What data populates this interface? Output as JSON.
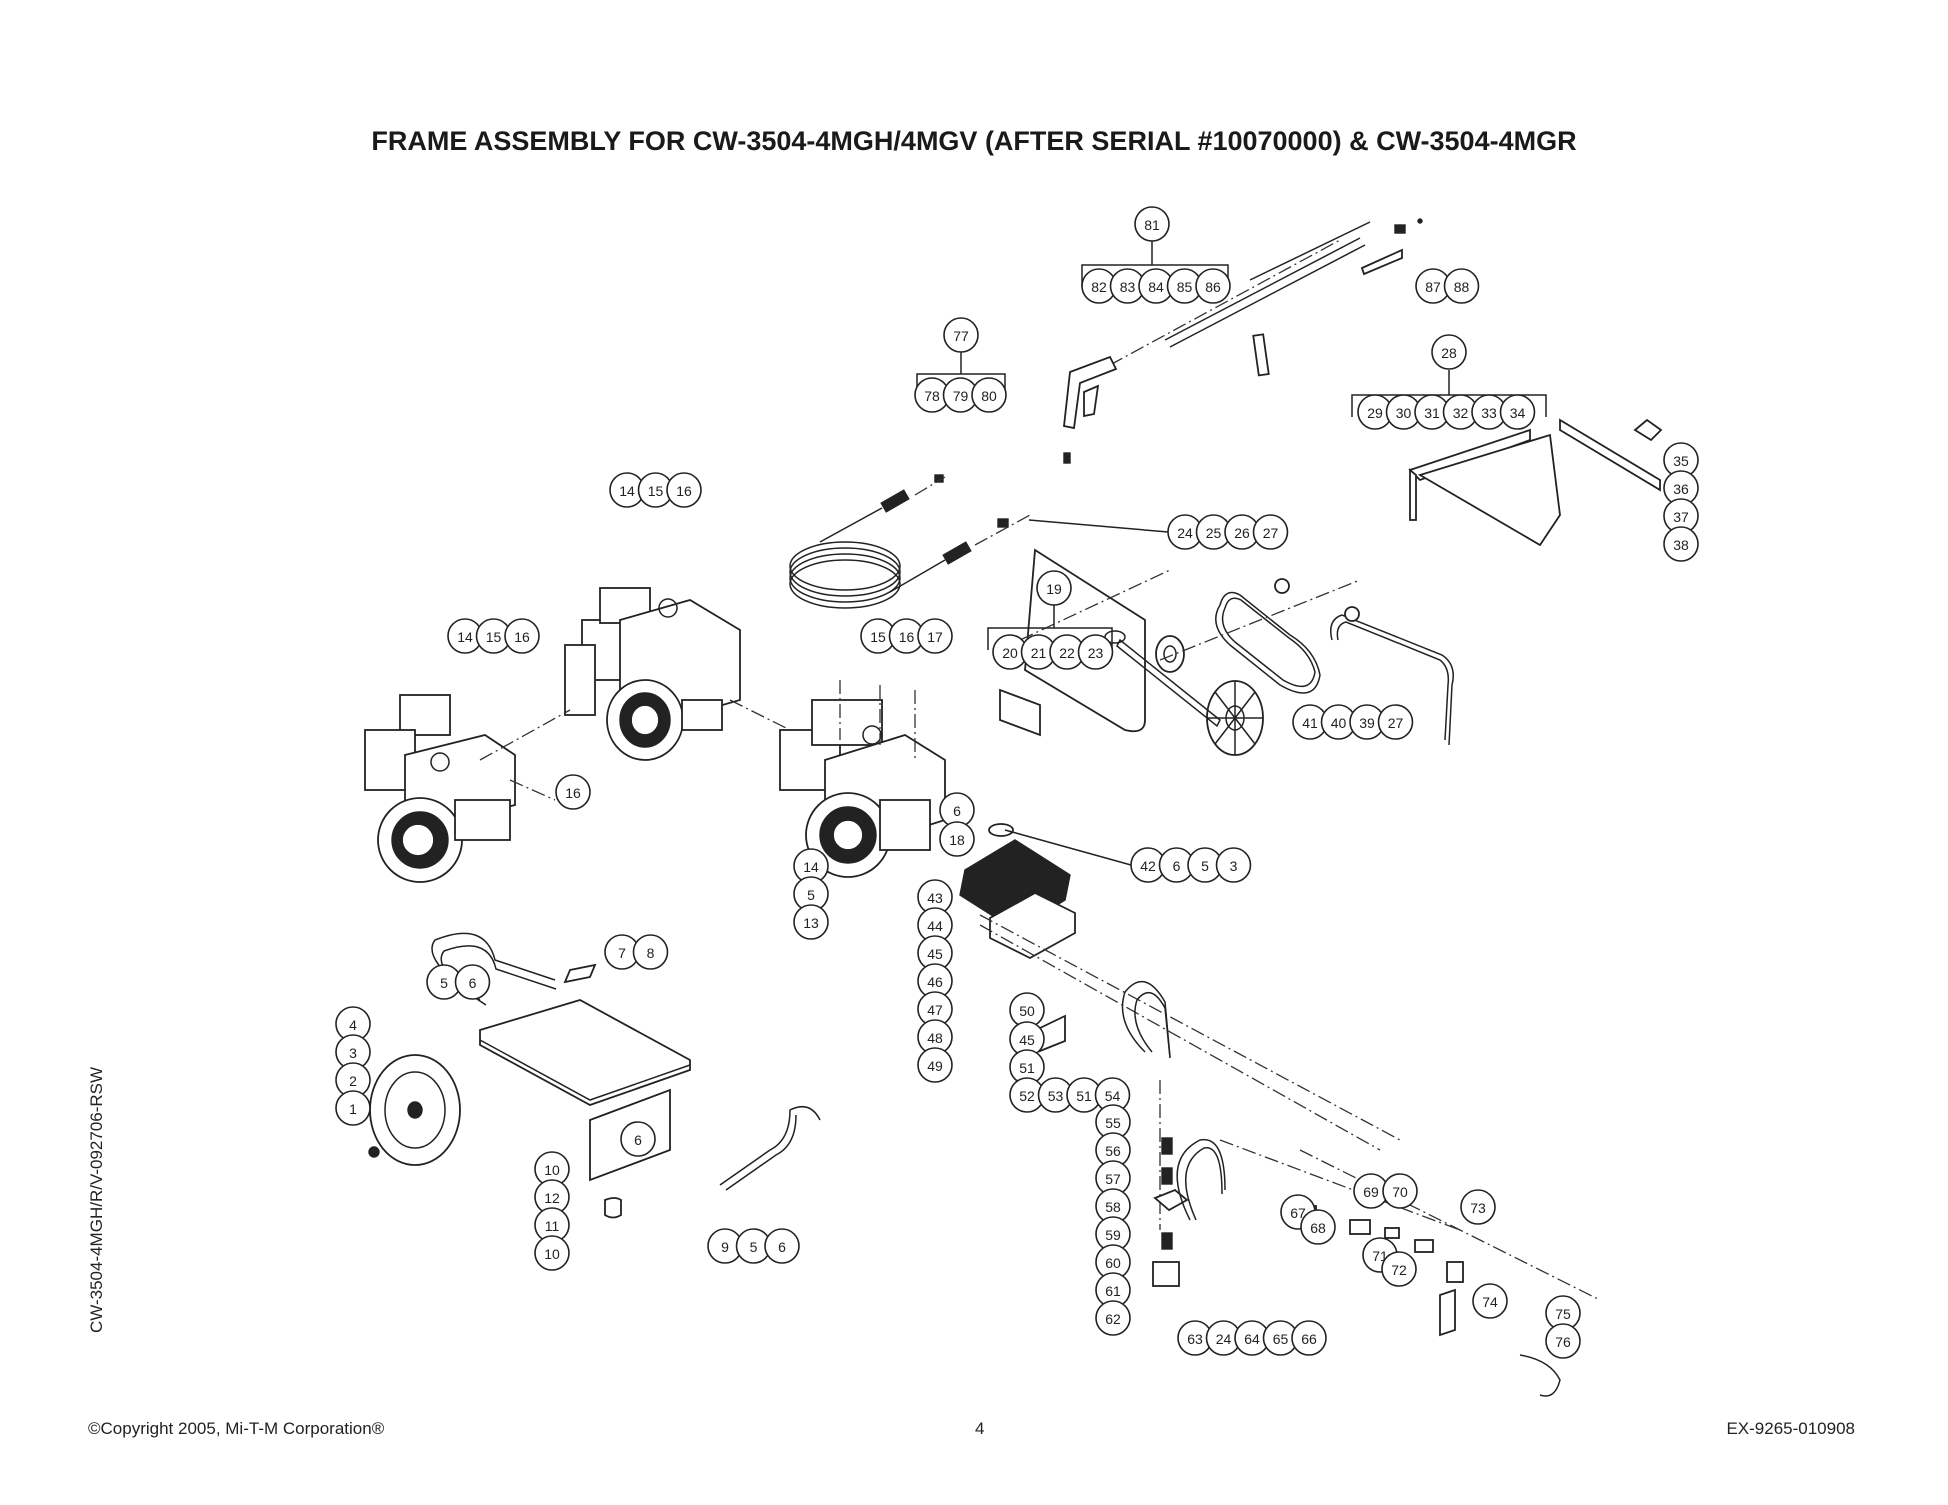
{
  "document": {
    "title": "FRAME ASSEMBLY FOR CW-3504-4MGH/4MGV (AFTER SERIAL #10070000) & CW-3504-4MGR",
    "side_code": "CW-3504-4MGH/R/V-092706-RSW",
    "copyright": "©Copyright  2005, Mi-T-M Corporation®",
    "page_number": "4",
    "doc_code": "EX-9265-010908"
  },
  "callouts": {
    "gun_wand_kit": {
      "parent": "81",
      "children": [
        "82",
        "83",
        "84",
        "85",
        "86"
      ],
      "extra": [
        "87",
        "88"
      ]
    },
    "hose_kit": {
      "parent": "77",
      "children": [
        "78",
        "79",
        "80"
      ]
    },
    "belt_guard_kit": {
      "parent": "28",
      "children": [
        "29",
        "30",
        "31",
        "32",
        "33",
        "34"
      ],
      "extra": [
        "35",
        "36",
        "37",
        "38"
      ]
    },
    "pulley_parts": {
      "top": [
        "24",
        "25",
        "26",
        "27"
      ],
      "bottom": [
        "41",
        "40",
        "39",
        "27"
      ]
    },
    "panel_kit": {
      "parent": "19",
      "children": [
        "20",
        "21",
        "22",
        "23"
      ]
    },
    "engine_vertical": [
      "14",
      "15",
      "16"
    ],
    "engine_left": [
      "14",
      "15",
      "16"
    ],
    "engine_right": {
      "labels": [
        "15",
        "16",
        "17"
      ],
      "lower": [
        "14",
        "5",
        "13"
      ],
      "fasteners": [
        "6",
        "18"
      ]
    },
    "panel_fasteners": [
      "42",
      "6",
      "5",
      "3"
    ],
    "pump": [
      "43",
      "44",
      "45",
      "46",
      "47",
      "48",
      "49",
      "50",
      "45",
      "51",
      "52",
      "53",
      "51",
      "54"
    ],
    "plumbing_left": [
      "55",
      "56",
      "57",
      "58",
      "59",
      "60",
      "61",
      "62"
    ],
    "plumbing_bottom": [
      "63",
      "24",
      "64",
      "65",
      "66"
    ],
    "plumbing_right": [
      "67",
      "68",
      "69",
      "70",
      "71",
      "72",
      "73",
      "74",
      "75",
      "76"
    ],
    "frame": {
      "handle_top": [
        "5",
        "6"
      ],
      "left": [
        "4",
        "3",
        "2",
        "1"
      ],
      "deck": [
        "7",
        "8"
      ],
      "bottom": [
        "6",
        "10",
        "12",
        "11",
        "10"
      ],
      "right_handle": [
        "9",
        "5",
        "6"
      ]
    }
  }
}
